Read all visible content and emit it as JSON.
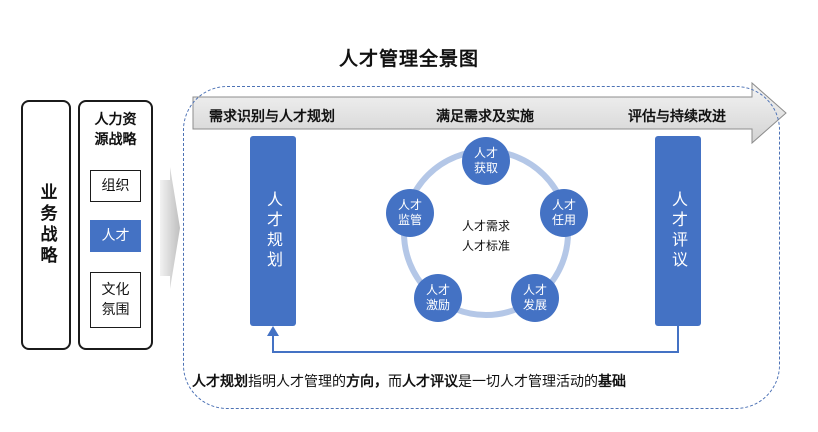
{
  "title": "人才管理全景图",
  "business_strategy": "业务战略",
  "hr_strategy": {
    "title_line1": "人力资",
    "title_line2": "源战略",
    "items": [
      "组织",
      "人才",
      "文化氛围"
    ],
    "item3_line1": "文化",
    "item3_line2": "氛围",
    "selected": "人才"
  },
  "phases": [
    "需求识别与人才规划",
    "满足需求及实施",
    "评估与持续改进"
  ],
  "left_bar": "人才规划",
  "right_bar": "人才评议",
  "cycle": {
    "nodes": [
      {
        "line1": "人才",
        "line2": "获取"
      },
      {
        "line1": "人才",
        "line2": "任用"
      },
      {
        "line1": "人才",
        "line2": "发展"
      },
      {
        "line1": "人才",
        "line2": "激励"
      },
      {
        "line1": "人才",
        "line2": "监管"
      }
    ],
    "center_line1": "人才需求",
    "center_line2": "人才标准"
  },
  "bottom": {
    "b1": "人才规划",
    "t1": "指明人才管理的",
    "b2": "方向，",
    "t2": "而",
    "b3": "人才评议",
    "t3": "是一切人才管理活动的",
    "b4": "基础"
  },
  "colors": {
    "accent": "#4472c4",
    "arrow": "#d9d9d9",
    "ring": "#b4c7e7",
    "dashed_border": "#4d72b5"
  }
}
